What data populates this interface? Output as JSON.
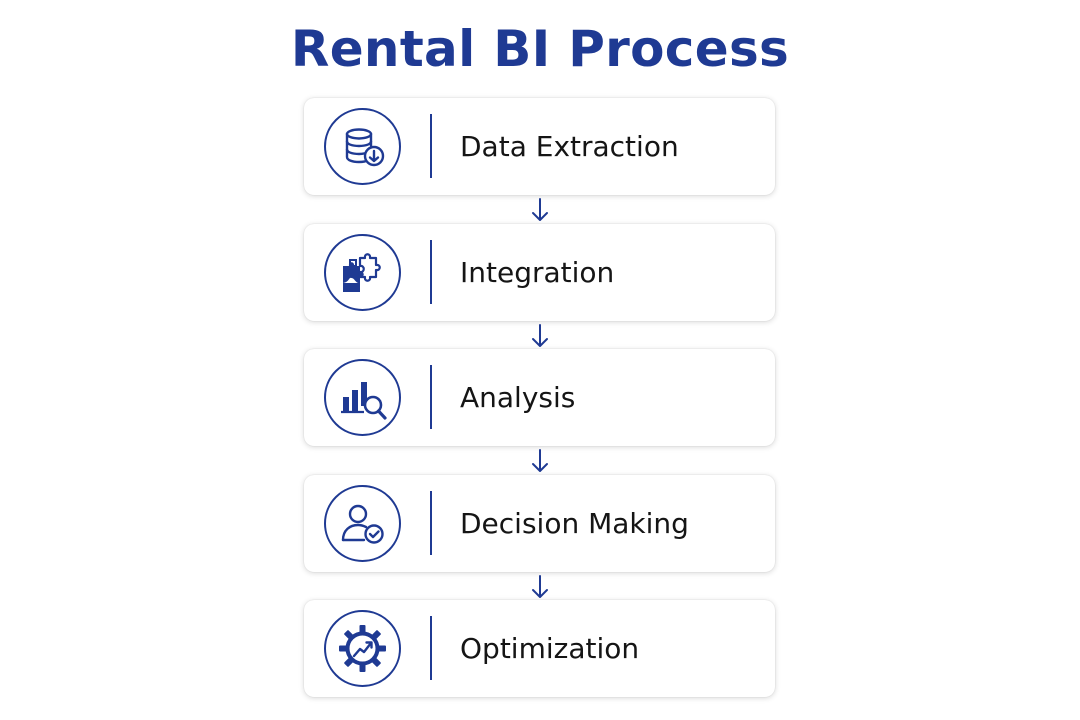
{
  "title": "Rental BI Process",
  "colors": {
    "accent": "#1f3a93",
    "text": "#151515",
    "card": "#ffffff"
  },
  "steps": [
    {
      "label": "Data Extraction",
      "icon": "database-download-icon"
    },
    {
      "label": "Integration",
      "icon": "puzzle-icon"
    },
    {
      "label": "Analysis",
      "icon": "bar-chart-magnifier-icon"
    },
    {
      "label": "Decision Making",
      "icon": "user-check-icon"
    },
    {
      "label": "Optimization",
      "icon": "gear-trend-icon"
    }
  ]
}
